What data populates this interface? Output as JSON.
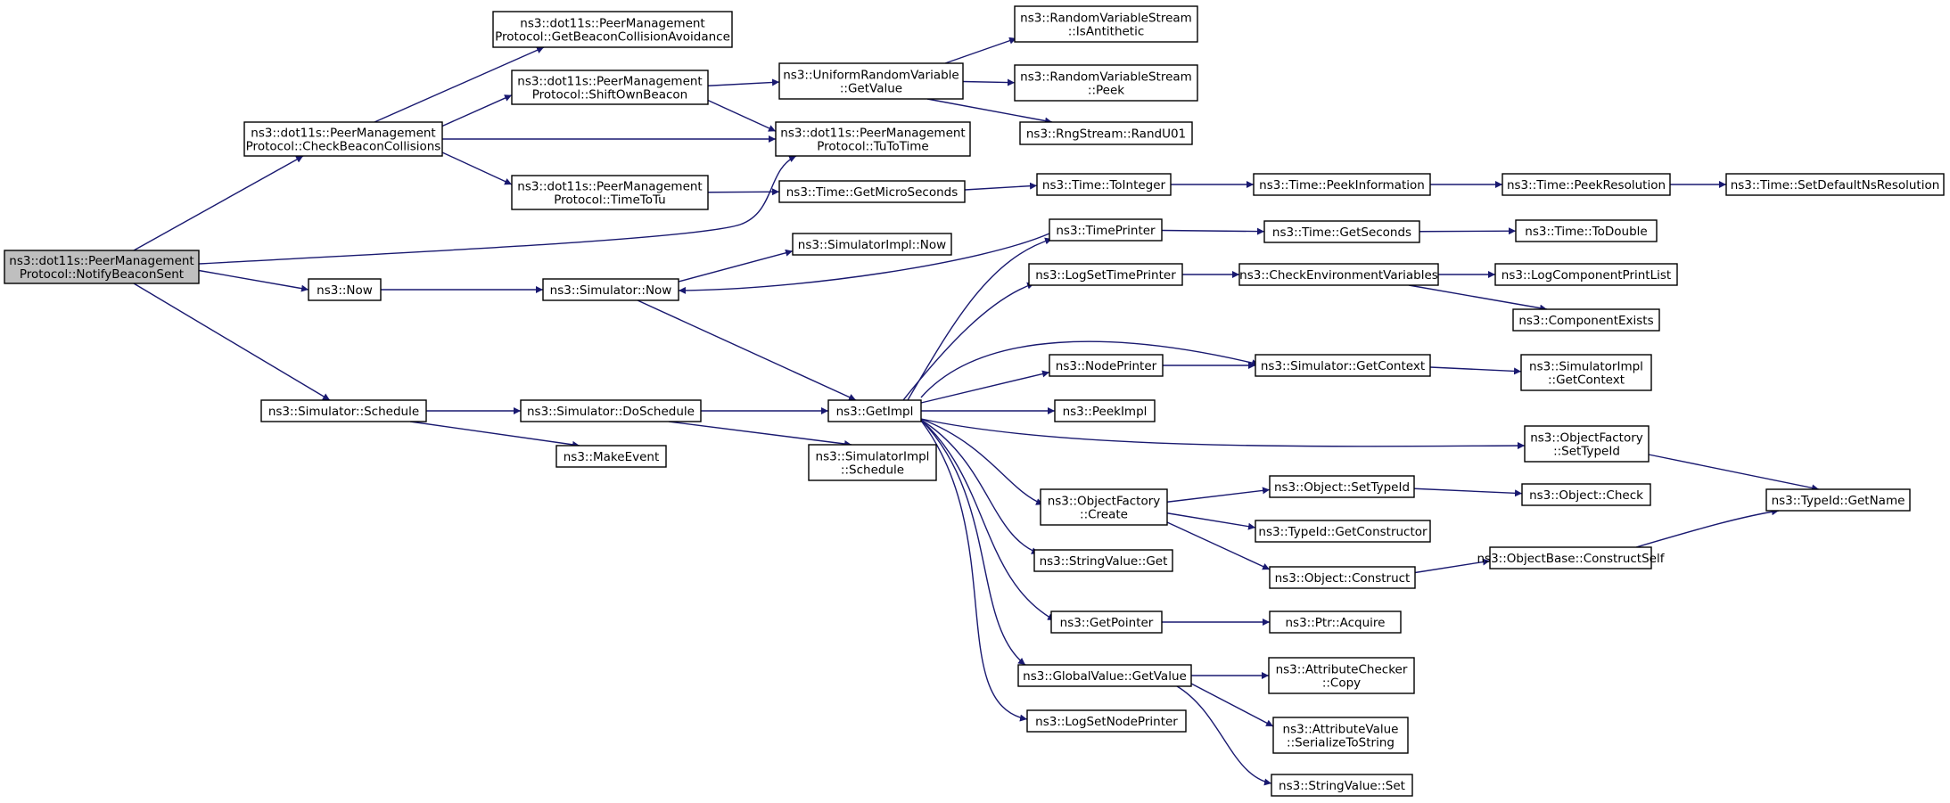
{
  "colors": {
    "edge": "#191970",
    "node_border": "#000000",
    "node_border_truncated": "#ff0000",
    "node_fill": "#ffffff",
    "root_fill": "#bfbfbf",
    "text": "#000000"
  },
  "nodes": {
    "root": {
      "lines": [
        "ns3::dot11s::PeerManagement",
        "Protocol::NotifyBeaconSent"
      ],
      "style": "root"
    },
    "checkBeacon": {
      "lines": [
        "ns3::dot11s::PeerManagement",
        "Protocol::CheckBeaconCollisions"
      ]
    },
    "getBeaconAvoid": {
      "lines": [
        "ns3::dot11s::PeerManagement",
        "Protocol::GetBeaconCollisionAvoidance"
      ]
    },
    "shiftOwn": {
      "lines": [
        "ns3::dot11s::PeerManagement",
        "Protocol::ShiftOwnBeacon"
      ]
    },
    "timeToTu": {
      "lines": [
        "ns3::dot11s::PeerManagement",
        "Protocol::TimeToTu"
      ]
    },
    "tuToTime": {
      "lines": [
        "ns3::dot11s::PeerManagement",
        "Protocol::TuToTime"
      ]
    },
    "uniformGetValue": {
      "lines": [
        "ns3::UniformRandomVariable",
        "::GetValue"
      ]
    },
    "isAntithetic": {
      "lines": [
        "ns3::RandomVariableStream",
        "::IsAntithetic"
      ]
    },
    "peek": {
      "lines": [
        "ns3::RandomVariableStream",
        "::Peek"
      ]
    },
    "randU01": {
      "lines": [
        "ns3::RngStream::RandU01"
      ]
    },
    "getMicroSeconds": {
      "lines": [
        "ns3::Time::GetMicroSeconds"
      ]
    },
    "toInteger": {
      "lines": [
        "ns3::Time::ToInteger"
      ]
    },
    "peekInformation": {
      "lines": [
        "ns3::Time::PeekInformation"
      ]
    },
    "peekResolution": {
      "lines": [
        "ns3::Time::PeekResolution"
      ]
    },
    "setDefaultNsRes": {
      "lines": [
        "ns3::Time::SetDefaultNsResolution"
      ],
      "style": "truncated"
    },
    "now": {
      "lines": [
        "ns3::Now"
      ]
    },
    "simNow": {
      "lines": [
        "ns3::Simulator::Now"
      ]
    },
    "simImplNow": {
      "lines": [
        "ns3::SimulatorImpl::Now"
      ]
    },
    "timePrinter": {
      "lines": [
        "ns3::TimePrinter"
      ]
    },
    "getSeconds": {
      "lines": [
        "ns3::Time::GetSeconds"
      ]
    },
    "toDouble": {
      "lines": [
        "ns3::Time::ToDouble"
      ],
      "style": "truncated"
    },
    "logSetTime": {
      "lines": [
        "ns3::LogSetTimePrinter"
      ]
    },
    "checkEnv": {
      "lines": [
        "ns3::CheckEnvironmentVariables"
      ]
    },
    "logCompPrint": {
      "lines": [
        "ns3::LogComponentPrintList"
      ],
      "style": "truncated"
    },
    "componentExists": {
      "lines": [
        "ns3::ComponentExists"
      ],
      "style": "truncated"
    },
    "nodePrinter": {
      "lines": [
        "ns3::NodePrinter"
      ]
    },
    "simGetContext": {
      "lines": [
        "ns3::Simulator::GetContext"
      ]
    },
    "implGetContext": {
      "lines": [
        "ns3::SimulatorImpl",
        "::GetContext"
      ]
    },
    "schedule": {
      "lines": [
        "ns3::Simulator::Schedule"
      ]
    },
    "doSchedule": {
      "lines": [
        "ns3::Simulator::DoSchedule"
      ]
    },
    "getImpl": {
      "lines": [
        "ns3::GetImpl"
      ]
    },
    "peekImpl": {
      "lines": [
        "ns3::PeekImpl"
      ]
    },
    "makeEvent": {
      "lines": [
        "ns3::MakeEvent"
      ]
    },
    "implSchedule": {
      "lines": [
        "ns3::SimulatorImpl",
        "::Schedule"
      ]
    },
    "ofSetTypeId": {
      "lines": [
        "ns3::ObjectFactory",
        "::SetTypeId"
      ]
    },
    "typeIdGetName": {
      "lines": [
        "ns3::TypeId::GetName"
      ]
    },
    "ofCreate": {
      "lines": [
        "ns3::ObjectFactory",
        "::Create"
      ]
    },
    "objSetTypeId": {
      "lines": [
        "ns3::Object::SetTypeId"
      ]
    },
    "objCheck": {
      "lines": [
        "ns3::Object::Check"
      ],
      "style": "truncated"
    },
    "getConstructor": {
      "lines": [
        "ns3::TypeId::GetConstructor"
      ]
    },
    "objConstruct": {
      "lines": [
        "ns3::Object::Construct"
      ]
    },
    "constructSelf": {
      "lines": [
        "ns3::ObjectBase::ConstructSelf"
      ],
      "style": "truncated"
    },
    "stringValueGet": {
      "lines": [
        "ns3::StringValue::Get"
      ]
    },
    "getPointer": {
      "lines": [
        "ns3::GetPointer"
      ]
    },
    "ptrAcquire": {
      "lines": [
        "ns3::Ptr::Acquire"
      ]
    },
    "globalGetValue": {
      "lines": [
        "ns3::GlobalValue::GetValue"
      ]
    },
    "attrCheckerCopy": {
      "lines": [
        "ns3::AttributeChecker",
        "::Copy"
      ]
    },
    "attrSerialize": {
      "lines": [
        "ns3::AttributeValue",
        "::SerializeToString"
      ]
    },
    "stringValueSet": {
      "lines": [
        "ns3::StringValue::Set"
      ]
    },
    "logSetNode": {
      "lines": [
        "ns3::LogSetNodePrinter"
      ]
    }
  },
  "edges": [
    [
      "root",
      "checkBeacon"
    ],
    [
      "root",
      "tuToTime"
    ],
    [
      "root",
      "now"
    ],
    [
      "root",
      "schedule"
    ],
    [
      "checkBeacon",
      "getBeaconAvoid"
    ],
    [
      "checkBeacon",
      "shiftOwn"
    ],
    [
      "checkBeacon",
      "tuToTime"
    ],
    [
      "checkBeacon",
      "timeToTu"
    ],
    [
      "shiftOwn",
      "uniformGetValue"
    ],
    [
      "shiftOwn",
      "tuToTime"
    ],
    [
      "uniformGetValue",
      "isAntithetic"
    ],
    [
      "uniformGetValue",
      "peek"
    ],
    [
      "uniformGetValue",
      "randU01"
    ],
    [
      "timeToTu",
      "getMicroSeconds"
    ],
    [
      "getMicroSeconds",
      "toInteger"
    ],
    [
      "toInteger",
      "peekInformation"
    ],
    [
      "peekInformation",
      "peekResolution"
    ],
    [
      "peekResolution",
      "setDefaultNsRes"
    ],
    [
      "now",
      "simNow"
    ],
    [
      "simNow",
      "simImplNow"
    ],
    [
      "simNow",
      "getImpl"
    ],
    [
      "schedule",
      "doSchedule"
    ],
    [
      "schedule",
      "makeEvent"
    ],
    [
      "doSchedule",
      "getImpl"
    ],
    [
      "doSchedule",
      "implSchedule"
    ],
    [
      "getImpl",
      "timePrinter"
    ],
    [
      "getImpl",
      "logSetTime"
    ],
    [
      "getImpl",
      "simGetContext"
    ],
    [
      "getImpl",
      "nodePrinter"
    ],
    [
      "getImpl",
      "peekImpl"
    ],
    [
      "getImpl",
      "ofSetTypeId"
    ],
    [
      "getImpl",
      "ofCreate"
    ],
    [
      "getImpl",
      "stringValueGet"
    ],
    [
      "getImpl",
      "getPointer"
    ],
    [
      "getImpl",
      "globalGetValue"
    ],
    [
      "getImpl",
      "logSetNode"
    ],
    [
      "timePrinter",
      "getSeconds"
    ],
    [
      "timePrinter",
      "simNow"
    ],
    [
      "getSeconds",
      "toDouble"
    ],
    [
      "logSetTime",
      "checkEnv"
    ],
    [
      "checkEnv",
      "logCompPrint"
    ],
    [
      "checkEnv",
      "componentExists"
    ],
    [
      "nodePrinter",
      "simGetContext"
    ],
    [
      "simGetContext",
      "implGetContext"
    ],
    [
      "ofSetTypeId",
      "typeIdGetName"
    ],
    [
      "ofCreate",
      "objSetTypeId"
    ],
    [
      "ofCreate",
      "getConstructor"
    ],
    [
      "ofCreate",
      "objConstruct"
    ],
    [
      "objSetTypeId",
      "objCheck"
    ],
    [
      "objConstruct",
      "constructSelf"
    ],
    [
      "constructSelf",
      "typeIdGetName"
    ],
    [
      "getPointer",
      "ptrAcquire"
    ],
    [
      "globalGetValue",
      "attrCheckerCopy"
    ],
    [
      "globalGetValue",
      "attrSerialize"
    ],
    [
      "globalGetValue",
      "stringValueSet"
    ]
  ]
}
